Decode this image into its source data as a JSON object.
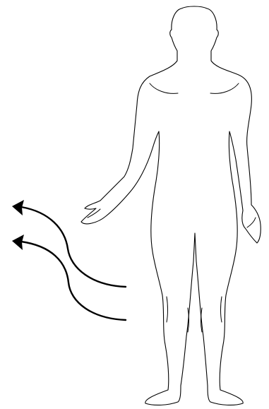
{
  "diagram": {
    "figure": "human-body-outline",
    "arrow_count": 2,
    "arrow_direction": "up-left",
    "colors": {
      "line": "#000000",
      "background": "#ffffff"
    }
  }
}
